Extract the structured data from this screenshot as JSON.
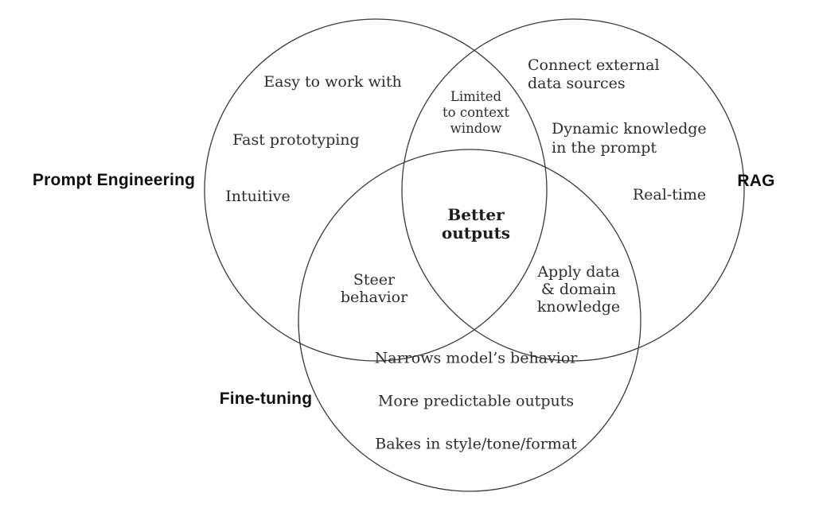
{
  "colors": {
    "background": "#ffffff",
    "circle_stroke": "#3a3a3a",
    "body_text": "#2d2d2d",
    "label_text": "#0f0f0f"
  },
  "venn": {
    "left_label": "Prompt Engineering",
    "right_label": "RAG",
    "bottom_label": "Fine-tuning",
    "left_items": [
      "Easy to work with",
      "Fast prototyping",
      "Intuitive"
    ],
    "right_items": [
      "Connect external\ndata sources",
      "Dynamic knowledge\nin the prompt",
      "Real-time"
    ],
    "bottom_items": [
      "Narrows model’s behavior",
      "More predictable outputs",
      "Bakes in style/tone/format"
    ],
    "left_right_overlap": "Limited\nto context\nwindow",
    "left_bottom_overlap": "Steer\nbehavior",
    "right_bottom_overlap": "Apply data\n& domain\nknowledge",
    "center_overlap": "Better\noutputs"
  }
}
